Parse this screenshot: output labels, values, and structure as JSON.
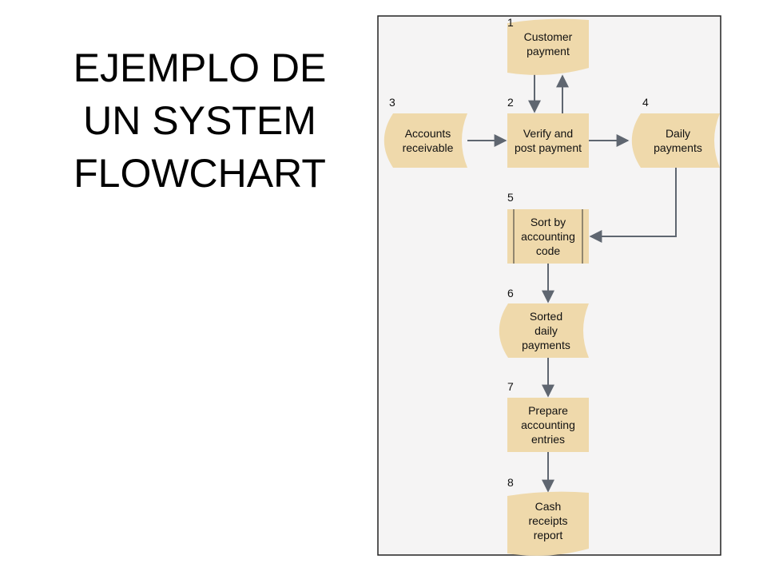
{
  "slide": {
    "title_lines": [
      "EJEMPLO DE",
      "UN SYSTEM",
      "FLOWCHART"
    ]
  },
  "colors": {
    "panel_bg": "#f5f4f4",
    "panel_border": "#222222",
    "shape_fill": "#efd9ab",
    "arrow": "#5f6670"
  },
  "flowchart": {
    "nodes": [
      {
        "id": "n1",
        "number": "1",
        "shape": "document",
        "lines": [
          "Customer",
          "payment"
        ]
      },
      {
        "id": "n2",
        "number": "2",
        "shape": "process",
        "lines": [
          "Verify and",
          "post payment"
        ]
      },
      {
        "id": "n3",
        "number": "3",
        "shape": "stored-data",
        "lines": [
          "Accounts",
          "receivable"
        ]
      },
      {
        "id": "n4",
        "number": "4",
        "shape": "stored-data",
        "lines": [
          "Daily",
          "payments"
        ]
      },
      {
        "id": "n5",
        "number": "5",
        "shape": "predefined-process",
        "lines": [
          "Sort by",
          "accounting",
          "code"
        ]
      },
      {
        "id": "n6",
        "number": "6",
        "shape": "stored-data",
        "lines": [
          "Sorted",
          "daily",
          "payments"
        ]
      },
      {
        "id": "n7",
        "number": "7",
        "shape": "process",
        "lines": [
          "Prepare",
          "accounting",
          "entries"
        ]
      },
      {
        "id": "n8",
        "number": "8",
        "shape": "document",
        "lines": [
          "Cash",
          "receipts",
          "report"
        ]
      }
    ],
    "edges": [
      {
        "from": "n1",
        "to": "n2"
      },
      {
        "from": "n2",
        "to": "n1"
      },
      {
        "from": "n3",
        "to": "n2"
      },
      {
        "from": "n2",
        "to": "n4"
      },
      {
        "from": "n4",
        "to": "n5"
      },
      {
        "from": "n5",
        "to": "n6"
      },
      {
        "from": "n6",
        "to": "n7"
      },
      {
        "from": "n7",
        "to": "n8"
      }
    ]
  }
}
